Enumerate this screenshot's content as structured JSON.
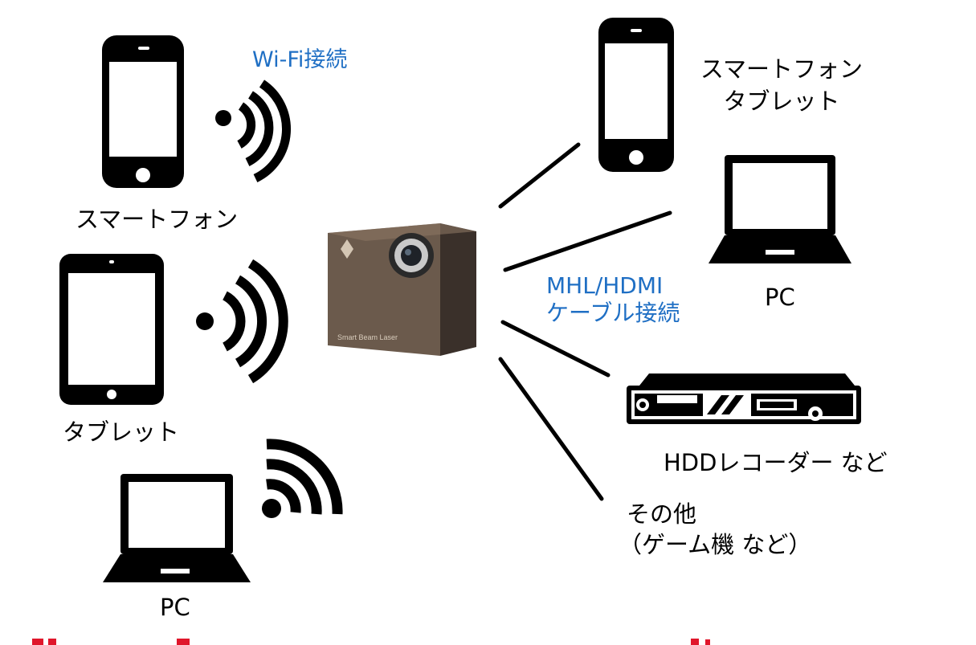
{
  "labels": {
    "wifi": "Wi-Fi接続",
    "left_smartphone": "スマートフォン",
    "left_tablet": "タブレット",
    "left_pc": "PC",
    "cable_line1": "MHL/HDMI",
    "cable_line2": "ケーブル接続",
    "right_phone_line1": "スマートフォン",
    "right_phone_line2": "タブレット",
    "right_pc": "PC",
    "recorder": "HDDレコーダー など",
    "other_line1": "その他",
    "other_line2": "（ゲーム機 など）",
    "projector_brand": "Smart Beam Laser"
  },
  "colors": {
    "accent_blue": "#1f6fc4",
    "device_black": "#000000",
    "projector_body": "#6b5a4c",
    "footer_red": "#e0162b"
  },
  "icons": [
    "smartphone-icon",
    "tablet-icon",
    "laptop-icon",
    "wifi-signal-icon",
    "projector-icon",
    "hdd-recorder-icon"
  ]
}
